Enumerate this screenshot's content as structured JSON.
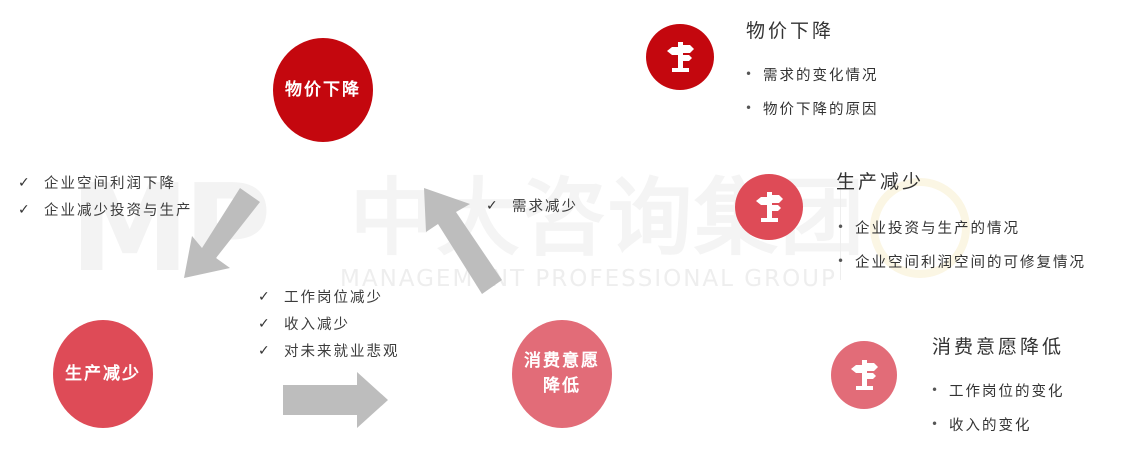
{
  "colors": {
    "dark_red": "#c4070e",
    "mid_red": "#de4b57",
    "pink": "#e26c78",
    "arrow_gray": "#bdbdbd",
    "text": "#333333"
  },
  "watermark": {
    "logo": "MP",
    "company_cn": "中大咨询集团",
    "company_en": "MANAGEMENT PROFESSIONAL GROUP"
  },
  "cycle": {
    "nodes": [
      {
        "id": "price",
        "label": "物价下降"
      },
      {
        "id": "production",
        "label": "生产减少"
      },
      {
        "id": "consumption",
        "label_line1": "消费意愿",
        "label_line2": "降低"
      }
    ],
    "edges": [
      {
        "from": "price",
        "to": "production",
        "check_icon": "✓",
        "reasons": [
          "企业空间利润下降",
          "企业减少投资与生产"
        ]
      },
      {
        "from": "production",
        "to": "consumption",
        "check_icon": "✓",
        "reasons": [
          "工作岗位减少",
          "收入减少",
          "对未来就业悲观"
        ]
      },
      {
        "from": "consumption",
        "to": "price",
        "check_icon": "✓",
        "reasons": [
          "需求减少"
        ]
      }
    ]
  },
  "legend": [
    {
      "icon": "signpost-icon",
      "title": "物价下降",
      "bullet": "•",
      "items": [
        "需求的变化情况",
        "物价下降的原因"
      ]
    },
    {
      "icon": "signpost-icon",
      "title": "生产减少",
      "bullet": "•",
      "items": [
        "企业投资与生产的情况",
        "企业空间利润空间的可修复情况"
      ]
    },
    {
      "icon": "signpost-icon",
      "title": "消费意愿降低",
      "bullet": "•",
      "items": [
        "工作岗位的变化",
        "收入的变化"
      ]
    }
  ]
}
